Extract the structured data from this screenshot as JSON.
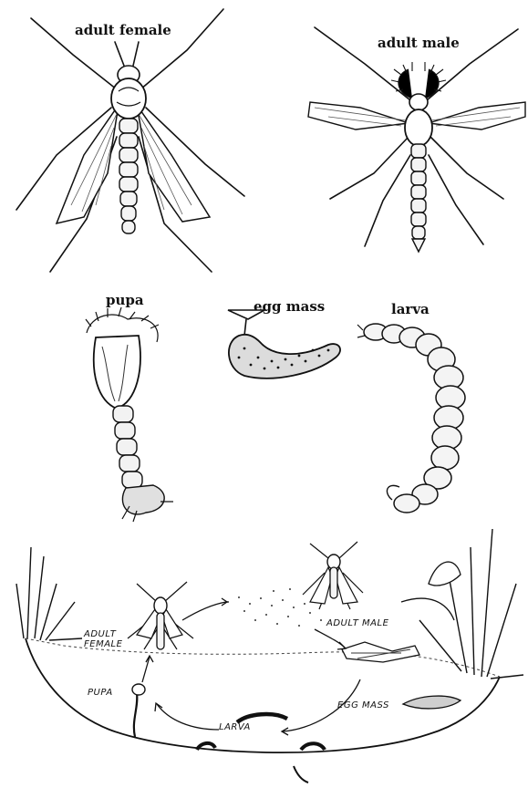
{
  "labels": {
    "adult_female": "adult female",
    "adult_male": "adult male",
    "pupa": "pupa",
    "egg_mass": "egg mass",
    "larva": "larva"
  },
  "cycle": {
    "adult_female_line1": "ADULT",
    "adult_female_line2": "FEMALE",
    "adult_male": "ADULT MALE",
    "pupa": "PUPA",
    "egg_mass": "EGG MASS",
    "larva": "LARVA"
  }
}
